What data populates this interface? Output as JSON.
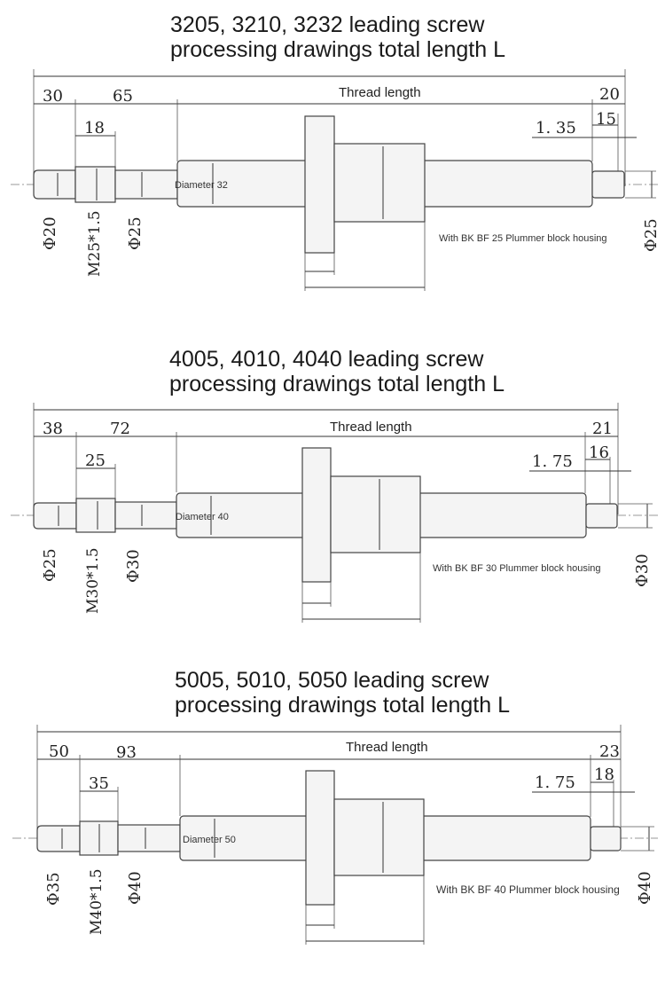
{
  "panels": [
    {
      "title_line1": "3205, 3210, 3232 leading screw",
      "title_line2": "processing drawings total length L",
      "thread_label": "Thread length",
      "dim_a": "30",
      "dim_b": "65",
      "dim_c": "18",
      "dim_end1": "20",
      "dim_end2": "15",
      "dim_chamfer": "1. 35",
      "diameter_label": "Diameter 32",
      "phi_left": "Φ20",
      "thread_spec": "M25*1.5",
      "phi_mid": "Φ25",
      "phi_right": "Φ25",
      "housing_note": "With BK BF 25 Plummer block housing"
    },
    {
      "title_line1": "4005, 4010, 4040 leading screw",
      "title_line2": "processing drawings total length L",
      "thread_label": "Thread length",
      "dim_a": "38",
      "dim_b": "72",
      "dim_c": "25",
      "dim_end1": "21",
      "dim_end2": "16",
      "dim_chamfer": "1. 75",
      "diameter_label": "Diameter 40",
      "phi_left": "Φ25",
      "thread_spec": "M30*1.5",
      "phi_mid": "Φ30",
      "phi_right": "Φ30",
      "housing_note": "With BK BF 30 Plummer block housing"
    },
    {
      "title_line1": "5005, 5010, 5050 leading screw",
      "title_line2": "processing drawings total length L",
      "thread_label": "Thread length",
      "dim_a": "50",
      "dim_b": "93",
      "dim_c": "35",
      "dim_end1": "23",
      "dim_end2": "18",
      "dim_chamfer": "1. 75",
      "diameter_label": "Diameter 50",
      "phi_left": "Φ35",
      "thread_spec": "M40*1.5",
      "phi_mid": "Φ40",
      "phi_right": "Φ40",
      "housing_note": "With BK BF 40 Plummer block housing"
    }
  ]
}
